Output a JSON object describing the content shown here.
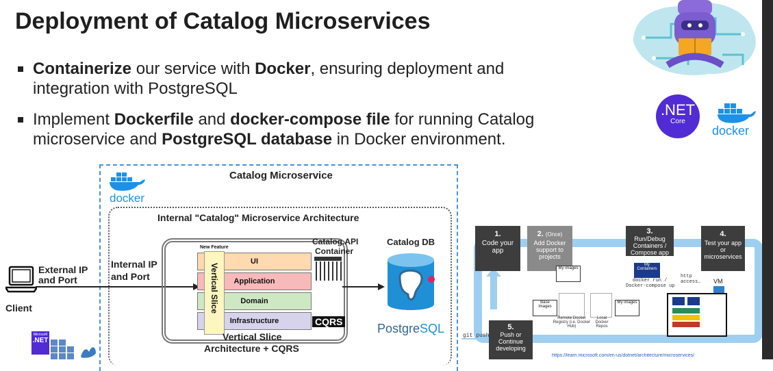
{
  "slide": {
    "title": "Deployment of Catalog Microservices",
    "bullets": [
      {
        "p1": "Containerize",
        "p2": " our service with ",
        "p3": "Docker",
        "p4": ", ensuring deployment and",
        "line2": "integration with PostgreSQL"
      },
      {
        "p1": "Implement ",
        "p2": "Dockerfile",
        "p3": " and ",
        "p4": "docker-compose file",
        "p5": " for running Catalog",
        "l2a": "microservice and ",
        "l2b": "PostgreSQL database",
        "l2c": " in Docker environment."
      }
    ]
  },
  "logos": {
    "net_main": ".NET",
    "net_core": "Core",
    "docker": "docker",
    "net_small_top": "Microsoft",
    "net_small": ".NET"
  },
  "arch": {
    "microservice_title": "Catalog Microservice",
    "docker_label": "docker",
    "internal_title": "Internal \"Catalog\" Microservice Architecture",
    "client_label": "Client",
    "external_ip": "External IP",
    "external_port": "and Port",
    "internal_ip": "Internal IP",
    "internal_port": "and Port",
    "new_feature": "New Feature",
    "vertical_slice": "Vertical Slice",
    "layers": [
      "UI",
      "Application",
      "Domain",
      "Infrastructure"
    ],
    "cqrs": "CQRS",
    "vsa_line1": "Vertical Slice",
    "vsa_line2": "Architecture + CQRS",
    "api_line1": "Catalog.API",
    "api_line2": "Container",
    "db_label": "Catalog DB",
    "postgres_a": "Postgre",
    "postgres_b": "SQL"
  },
  "workflow": {
    "step1_num": "1.",
    "step1_text": "Code your app",
    "step2_num": "2.",
    "step2_once": "(Once)",
    "step2_text": "Add Docker support to projects",
    "step3_num": "3.",
    "step3_text": "Run/Debug Containers / Compose app",
    "step4_num": "4.",
    "step4_text": "Test your app or microservices",
    "step5_num": "5.",
    "step5_text": "Push or Continue developing",
    "git_push": "git push",
    "my_images": "My images",
    "base_images": "Base images",
    "my_containers": "My Containers",
    "docker_run": "docker run /",
    "docker_compose_up": "Docker-compose up",
    "http_access": "http access…",
    "vm": "VM",
    "remote_registry": "Remote Docker Registry (i.e. Docker Hub)",
    "local_repos": "Local Docker Repos",
    "my_images2": "My images",
    "link_text": "https://learn.microsoft.com/en-us/dotnet/architecture/microservices/"
  },
  "colors": {
    "dash": "#4a90d9",
    "ui": "#ffd9b0",
    "app": "#f7b9b9",
    "domain": "#cfe8c4",
    "infra": "#d8d3ec",
    "teal": "#5cc2d3",
    "purple": "#512bd4"
  }
}
